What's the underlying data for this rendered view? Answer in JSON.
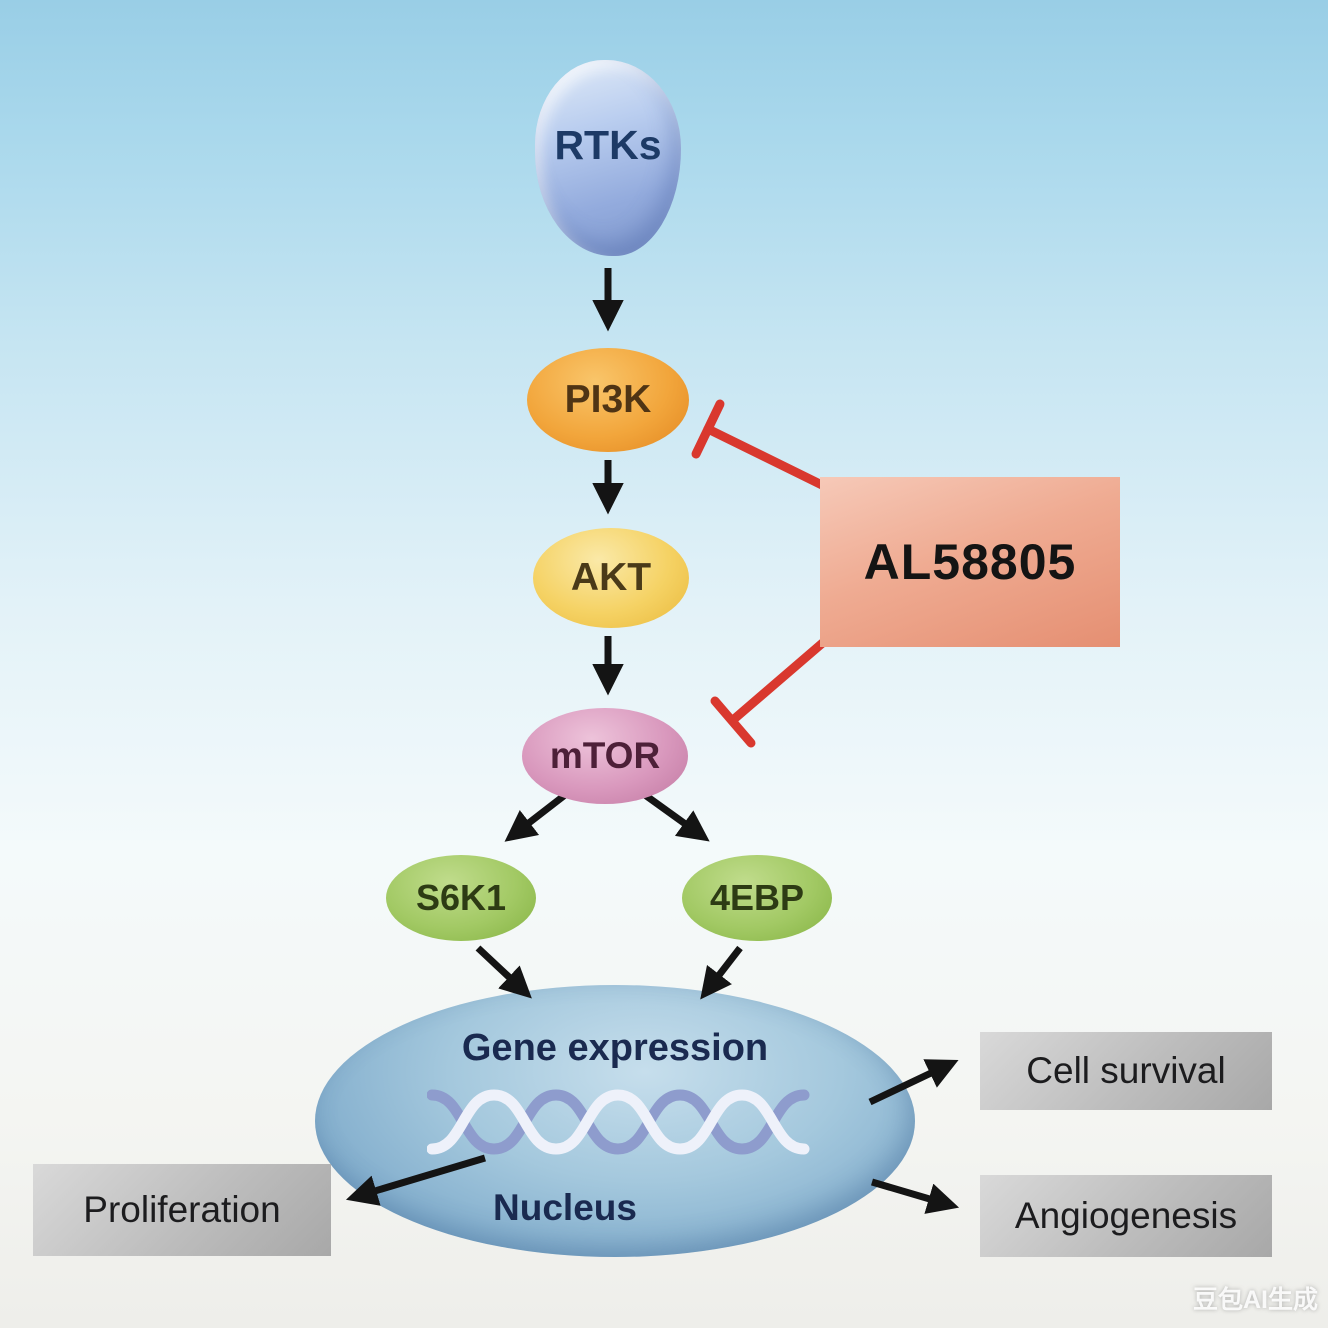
{
  "nodes": {
    "rtks": {
      "label": "RTKs"
    },
    "pi3k": {
      "label": "PI3K"
    },
    "akt": {
      "label": "AKT"
    },
    "mtor": {
      "label": "mTOR"
    },
    "s6k1": {
      "label": "S6K1"
    },
    "ebp4": {
      "label": "4EBP"
    }
  },
  "inhibitor": {
    "label": "AL58805"
  },
  "nucleus": {
    "heading": "Gene expression",
    "label": "Nucleus"
  },
  "outcomes": {
    "cell_survival": "Cell survival",
    "proliferation": "Proliferation",
    "angiogenesis": "Angiogenesis"
  },
  "watermark": "豆包AI生成",
  "colors": {
    "arrow": "#141414",
    "inhibitor_line": "#d9382e",
    "inhibitor_box": "#efab92",
    "nucleus_fill": "#9cc2da",
    "pi3k_fill": "#f2a63c",
    "akt_fill": "#f5d264",
    "mtor_fill": "#d998bd",
    "kinase_fill": "#a2c964",
    "rtks_fill": "#93abdd"
  }
}
